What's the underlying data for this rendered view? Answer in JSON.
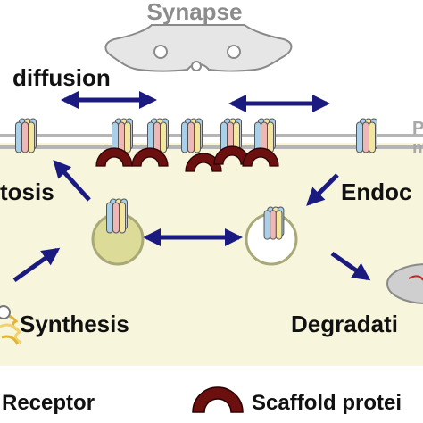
{
  "labels": {
    "synapse": "Synapse",
    "diffusion": "diffusion",
    "exocytosis": "tosis",
    "endocytosis": "Endoc",
    "synthesis": "Synthesis",
    "degradation": "Degradati",
    "membrane_line1": "P",
    "membrane_line2": "m"
  },
  "legend": {
    "receptor": "Receptor",
    "scaffold": "Scaffold protei"
  },
  "colors": {
    "cytoplasm": "#f7f6dc",
    "membrane": "#b5b5b5",
    "synapse_fill": "#e6e6e6",
    "synapse_stroke": "#8a8a8a",
    "synapse_text": "#8c8c8c",
    "arrow": "#1a1a80",
    "scaffold": "#6b0f0f",
    "vesicle_fill": "#dcdc98",
    "vesicle_stroke": "#a8a878",
    "receptor_blue": "#a9cfe9",
    "receptor_yellow": "#f2e6a0",
    "receptor_pink": "#f0b7b7",
    "degradation_fill": "#cfcfcf",
    "degradation_line": "#cc2222",
    "synthesis_yellow": "#f2d36b"
  }
}
